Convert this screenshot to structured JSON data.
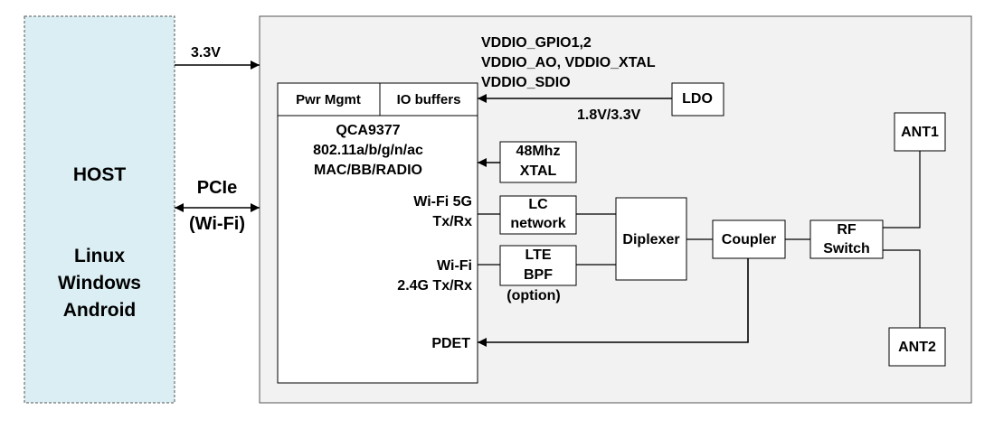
{
  "host": {
    "title": "HOST",
    "os_line1": "Linux",
    "os_line2": "Windows",
    "os_line3": "Android"
  },
  "links": {
    "power": "3.3V",
    "pcie_line1": "PCIe",
    "pcie_line2": "(Wi-Fi)"
  },
  "vddio": {
    "line1": "VDDIO_GPIO1,2",
    "line2": "VDDIO_AO, VDDIO_XTAL",
    "line3": "VDDIO_SDIO"
  },
  "ldo": {
    "label": "LDO",
    "voltage": "1.8V/3.3V"
  },
  "chip": {
    "pwr_mgmt": "Pwr Mgmt",
    "io_buffers": "IO buffers",
    "name": "QCA9377",
    "standards": "802.11a/b/g/n/ac",
    "function": "MAC/BB/RADIO",
    "wifi5g_line1": "Wi-Fi 5G",
    "wifi5g_line2": "Tx/Rx",
    "wifi24_line1": "Wi-Fi",
    "wifi24_line2": "2.4G Tx/Rx",
    "pdet": "PDET"
  },
  "xtal": {
    "line1": "48Mhz",
    "line2": "XTAL"
  },
  "lc_network": {
    "line1": "LC",
    "line2": "network"
  },
  "lte_bpf": {
    "line1": "LTE",
    "line2": "BPF",
    "option": "(option)"
  },
  "diplexer": {
    "label": "Diplexer"
  },
  "coupler": {
    "label": "Coupler"
  },
  "rf_switch": {
    "line1": "RF",
    "line2": "Switch"
  },
  "antennas": {
    "ant1": "ANT1",
    "ant2": "ANT2"
  }
}
